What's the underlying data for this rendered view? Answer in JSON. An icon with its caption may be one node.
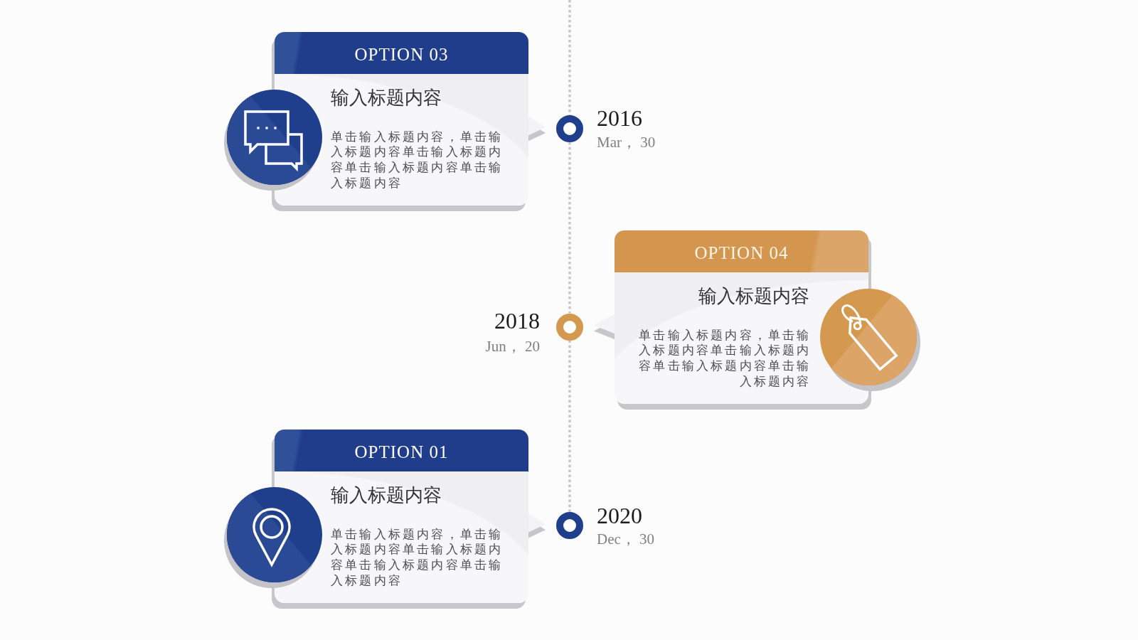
{
  "diagram": {
    "nodes": [
      {
        "text": [
          "OPTION 03",
          "输入标题内容",
          "单击输入标题内容，单击输入标题内容单击输入标题内容单击输入标题内容单击输入标题内容"
        ]
      },
      {
        "text": [],
        "shape": "circle",
        "beside": [
          "2016",
          "Mar， 30"
        ]
      },
      {
        "text": [
          "OPTION 04",
          "输入标题内容",
          "单击输入标题内容，单击输入标题内容单击输入标题内容单击输入标题内容单击输入标题内容"
        ]
      },
      {
        "text": [],
        "shape": "circle",
        "beside": [
          "2018",
          "Jun， 20"
        ]
      },
      {
        "text": [
          "OPTION 01",
          "输入标题内容",
          "单击输入标题内容，单击输入标题内容单击输入标题内容单击输入标题内容单击输入标题内容"
        ]
      },
      {
        "text": [],
        "shape": "circle",
        "beside": [
          "2020",
          "Dec， 30"
        ]
      }
    ],
    "edges": [
      {
        "from": null,
        "to": 1,
        "arrow": "none",
        "style": "dashed"
      },
      {
        "from": 0,
        "to": 1,
        "arrow": "to"
      },
      {
        "from": 1,
        "to": 3,
        "arrow": "none",
        "style": "dashed"
      },
      {
        "from": 2,
        "to": 3,
        "arrow": "to"
      },
      {
        "from": 3,
        "to": 5,
        "arrow": "none",
        "style": "dashed"
      },
      {
        "from": 4,
        "to": 5,
        "arrow": "to"
      }
    ]
  }
}
